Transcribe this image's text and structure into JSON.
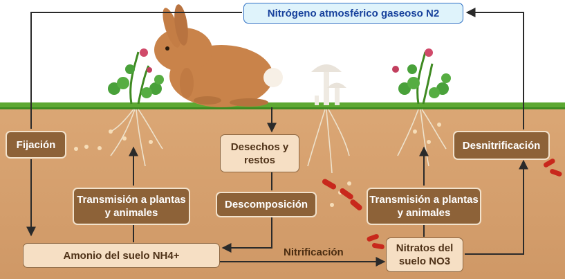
{
  "title_box": "Nitrógeno atmosférico gaseoso N2",
  "boxes": {
    "fixation": "Fijación",
    "transmission_left": "Transmisión a plantas y animales",
    "waste": "Desechos y restos",
    "decomposition": "Descomposición",
    "transmission_right": "Transmisión a plantas y animales",
    "denitrification": "Desnitrificación",
    "ammonium": "Amonio del suelo NH4+",
    "nitrates": "Nitratos del suelo NO3"
  },
  "edge_labels": {
    "nitrification": "Nitrificación"
  },
  "colors": {
    "sky": "#ffffff",
    "grass": "#5da832",
    "soil": "#d6a070",
    "dark_box": "#8d6238",
    "light_box": "#f6dfc4",
    "top_box": "#dff3fb",
    "arrow": "#2a2a2a",
    "bacteria": "#c8281c"
  },
  "illustrations": [
    "rabbit",
    "clover-plant-left",
    "clover-plant-right",
    "mushrooms",
    "roots",
    "bacteria"
  ]
}
